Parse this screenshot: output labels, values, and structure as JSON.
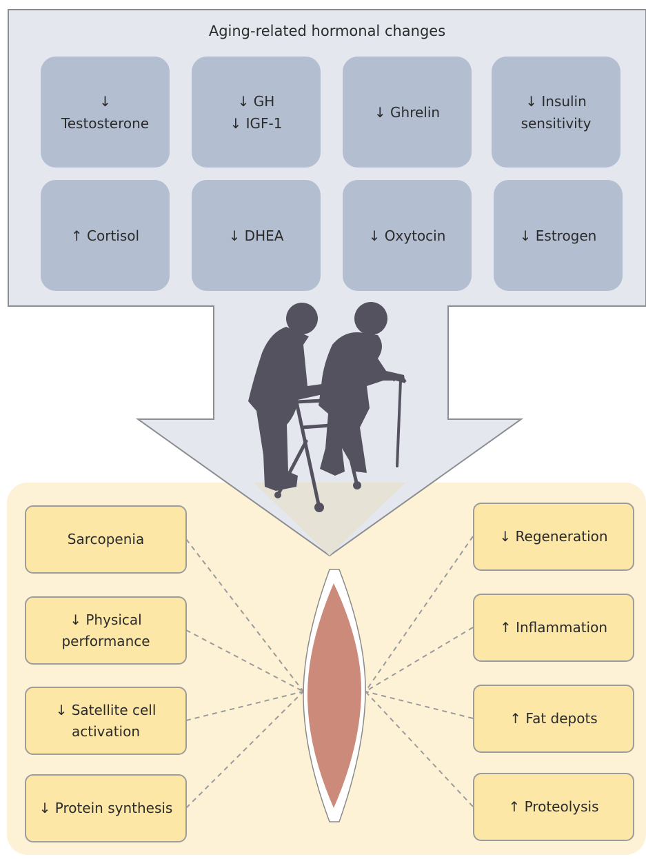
{
  "title": "Aging-related hormonal changes",
  "hormones": [
    {
      "label": "↓\nTestosterone"
    },
    {
      "label": "↓ GH\n↓ IGF-1"
    },
    {
      "label": "↓ Ghrelin"
    },
    {
      "label": "↓ Insulin\nsensitivity"
    },
    {
      "label": "↑ Cortisol"
    },
    {
      "label": "↓ DHEA"
    },
    {
      "label": "↓ Oxytocin"
    },
    {
      "label": "↓ Estrogen"
    }
  ],
  "effects_left": [
    {
      "label": "Sarcopenia"
    },
    {
      "label": "↓ Physical\nperformance"
    },
    {
      "label": "↓ Satellite cell\nactivation"
    },
    {
      "label": "↓ Protein synthesis"
    }
  ],
  "effects_right": [
    {
      "label": "↓ Regeneration"
    },
    {
      "label": "↑ Inflammation"
    },
    {
      "label": "↑ Fat depots"
    },
    {
      "label": "↑ Proteolysis"
    }
  ],
  "colors": {
    "top_panel": "#e4e8ee",
    "hormone_box": "#b3bed1",
    "bottom_panel": "#fdf2d6",
    "effect_box": "#fde7a6",
    "silhouette": "#55525f",
    "muscle": "#cc8a7a"
  },
  "icons": {
    "people": "elderly-couple-walker-cane-silhouette",
    "muscle": "muscle-fiber-icon"
  }
}
